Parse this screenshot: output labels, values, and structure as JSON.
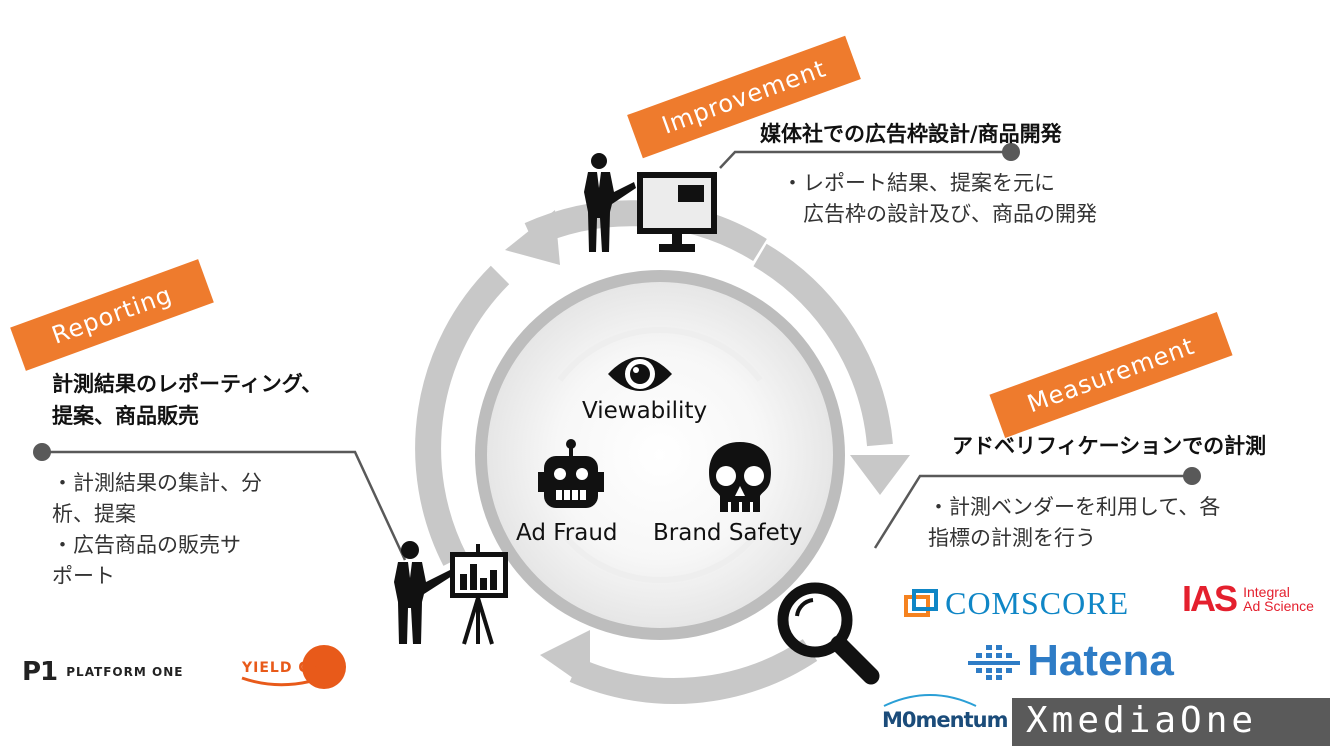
{
  "banners": {
    "improvement": "Improvement",
    "reporting": "Reporting",
    "measurement": "Measurement"
  },
  "improvement": {
    "title": "媒体社での広告枠設計/商品開発",
    "body": "・レポート結果、提案を元に\n　広告枠の設計及び、商品の開発"
  },
  "reporting": {
    "title_line1": "計測結果のレポーティング、",
    "title_line2": "提案、商品販売",
    "body": "・計測結果の集計、分\n析、提案\n・広告商品の販売サ\nポート"
  },
  "measurement": {
    "title": "アドベリフィケーションでの計測",
    "body": "・計測ベンダーを利用して、各\n指標の計測を行う"
  },
  "center": {
    "viewability": "Viewability",
    "ad_fraud": "Ad Fraud",
    "brand_safety": "Brand Safety"
  },
  "logos": {
    "platform_one_mark": "P1",
    "platform_one": "PLATFORM ONE",
    "yield_one": "YIELD ONE",
    "comscore": "COMSCORE",
    "ias": "IAS",
    "ias_sub1": "Integral",
    "ias_sub2": "Ad Science",
    "hatena": "Hatena",
    "momentum": "M0mentum",
    "xmediaone": "XmediaOne"
  },
  "colors": {
    "accent": "#ee7b2d",
    "cycle_gray": "#c8c8c8",
    "line_gray": "#595959"
  }
}
